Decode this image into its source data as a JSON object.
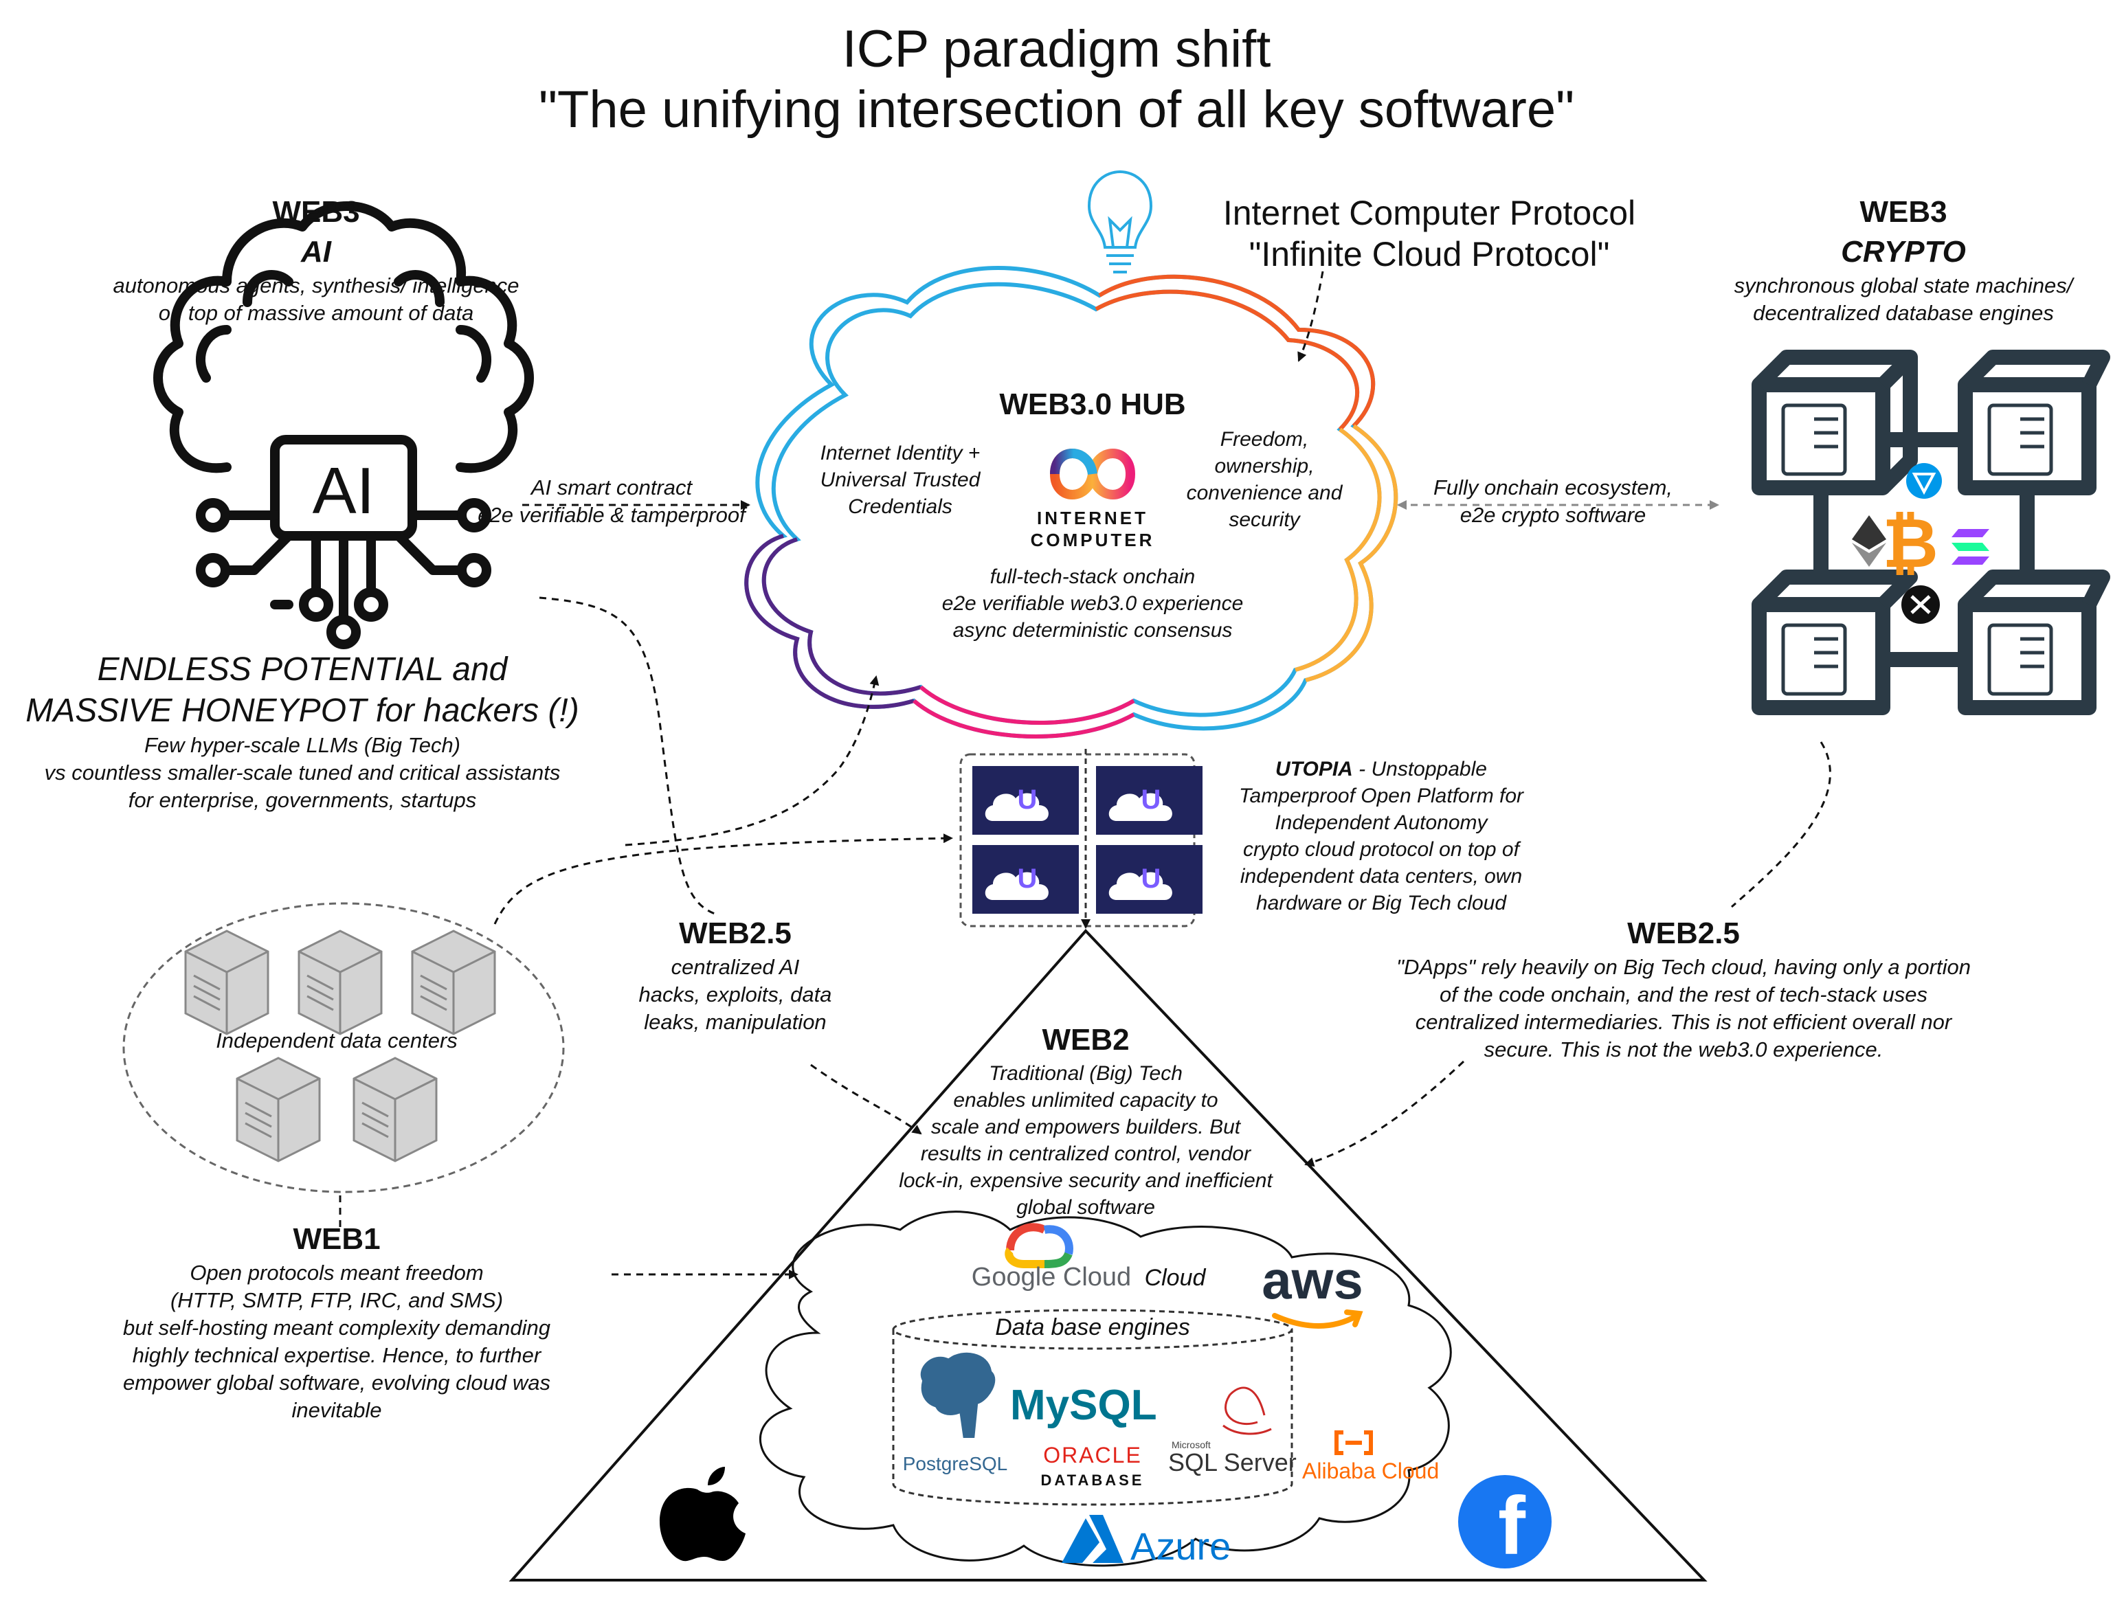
{
  "title": {
    "line1": "ICP paradigm shift",
    "line2": "\"The unifying intersection of all key software\""
  },
  "web3_ai": {
    "heading": "WEB3",
    "subheading": "AI",
    "desc1": "autonomous agents, synthesis/ intelligence",
    "desc2": "on top of massive amount of data",
    "chip_label": "AI",
    "potential1": "ENDLESS POTENTIAL and",
    "potential2": "MASSIVE HONEYPOT for hackers (!)",
    "llm1": "Few hyper-scale LLMs (Big Tech)",
    "llm2": "vs countless smaller-scale tuned and critical assistants",
    "llm3": "for enterprise, governments, startups"
  },
  "icp": {
    "protocol1": "Internet Computer Protocol",
    "protocol2": "\"Infinite Cloud Protocol\"",
    "hub_title": "WEB3.0 HUB",
    "logo_line1": "INTERNET",
    "logo_line2": "COMPUTER",
    "identity1": "Internet Identity +",
    "identity2": "Universal Trusted",
    "identity3": "Credentials",
    "freedom1": "Freedom,",
    "freedom2": "ownership,",
    "freedom3": "convenience and",
    "freedom4": "security",
    "stack1": "full-tech-stack onchain",
    "stack2": "e2e verifiable web3.0 experience",
    "stack3": "async deterministic consensus"
  },
  "ai_link": {
    "line1": "AI smart contract",
    "line2": "e2e verifiable & tamperproof"
  },
  "crypto_link": {
    "line1": "Fully onchain ecosystem,",
    "line2": "e2e crypto software"
  },
  "web3_crypto": {
    "heading": "WEB3",
    "subheading": "CRYPTO",
    "desc1": "synchronous global state machines/",
    "desc2": "decentralized database engines"
  },
  "utopia": {
    "name": "UTOPIA",
    "line1_rest": " - Unstoppable",
    "line2": "Tamperproof Open Platform for",
    "line3": "Independent Autonomy",
    "line4": "crypto cloud protocol on top of",
    "line5": "independent data centers, own",
    "line6": "hardware or Big Tech cloud",
    "tile_letter": "U"
  },
  "data_centers": {
    "label": "Independent data centers"
  },
  "web25_left": {
    "heading": "WEB2.5",
    "line1": "centralized AI",
    "line2": "hacks, exploits, data",
    "line3": "leaks, manipulation"
  },
  "web25_right": {
    "heading": "WEB2.5",
    "line1": "\"DApps\" rely heavily on Big Tech cloud, having only a portion",
    "line2": "of the code onchain, and the rest of tech-stack uses",
    "line3": "centralized intermediaries. This is not efficient overall nor",
    "line4": "secure. This is not the web3.0 experience."
  },
  "web2": {
    "heading": "WEB2",
    "line1": "Traditional (Big) Tech",
    "line2": "enables unlimited capacity to",
    "line3": "scale and empowers builders. But",
    "line4": "results in centralized control, vendor",
    "line5": "lock-in, expensive security and inefficient",
    "line6": "global software",
    "cloud_label": "Cloud",
    "db_label": "Data base engines"
  },
  "web1": {
    "heading": "WEB1",
    "line1": "Open protocols meant freedom",
    "line2": "(HTTP, SMTP, FTP, IRC, and SMS)",
    "line3": "but self-hosting meant complexity demanding",
    "line4": "highly technical expertise. Hence, to further",
    "line5": "empower global software, evolving cloud was",
    "line6": "inevitable"
  },
  "logos": {
    "google_cloud": "Google Cloud",
    "aws": "aws",
    "mysql": "MySQL",
    "postgres": "PostgreSQL",
    "oracle1": "ORACLE",
    "oracle2": "DATABASE",
    "sqlserver_small": "Microsoft",
    "sqlserver": "SQL Server",
    "alibaba": "Alibaba Cloud",
    "azure": "Azure",
    "facebook": "f"
  },
  "colors": {
    "icp_blue": "#29abe2",
    "icp_orange": "#f15a24",
    "icp_yellow": "#fbb03b",
    "icp_purple": "#522785",
    "icp_pink": "#ed1e79",
    "utopia_bg": "#20245c",
    "facebook": "#1877f2",
    "azure": "#0078d4",
    "oracle": "#e2231a",
    "alibaba": "#ff6a00",
    "mysql": "#00758f",
    "aws_orange": "#ff9900",
    "bitcoin": "#f7931a",
    "ton": "#0098ea"
  },
  "icons": [
    "lightbulb-icon",
    "ai-brain-icon",
    "blockchain-icon",
    "server-icon",
    "apple-icon",
    "facebook-icon",
    "bitcoin-icon",
    "ethereum-icon",
    "solana-icon",
    "ton-icon",
    "xrp-icon"
  ]
}
